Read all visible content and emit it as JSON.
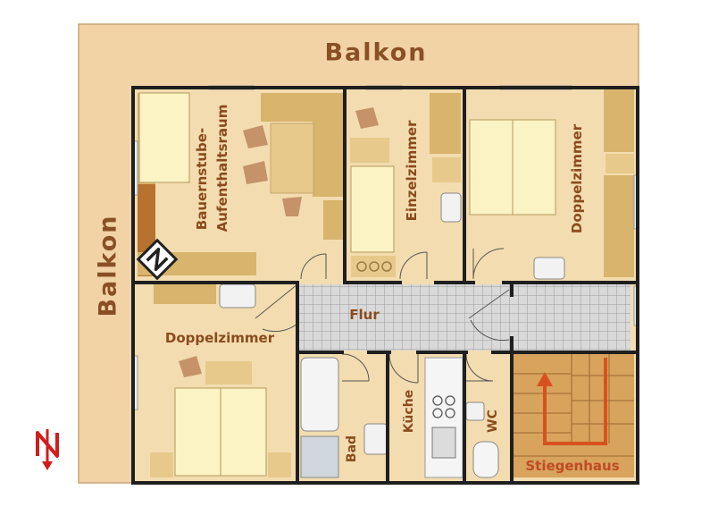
{
  "balcony": {
    "top_label": "Balkon",
    "left_label": "Balkon"
  },
  "rooms": {
    "bauernstube_line1": "Bauernstube-",
    "bauernstube_line2": "Aufenthaltsraum",
    "einzelzimmer": "Einzelzimmer",
    "doppelzimmer_right": "Doppelzimmer",
    "doppelzimmer_left": "Doppelzimmer",
    "flur": "Flur",
    "bad": "Bad",
    "kueche": "Küche",
    "wc": "WC",
    "stiegenhaus": "Stiegenhaus"
  },
  "colors": {
    "balcony": "#f0d2a4",
    "floor": "#f3dcb0",
    "wall": "#222222",
    "furniture": "#d9b56c",
    "bed": "#fbf3c4",
    "chair": "#c6926a",
    "hall_tile": "#d7d7d7",
    "stair": "#d6a15b",
    "arrow": "#d8511f",
    "label": "#8a4b1d",
    "compass": "#d21c1c"
  },
  "icons": [
    "compass-north-icon",
    "north-badge-icon",
    "stair-arrow-icon"
  ]
}
